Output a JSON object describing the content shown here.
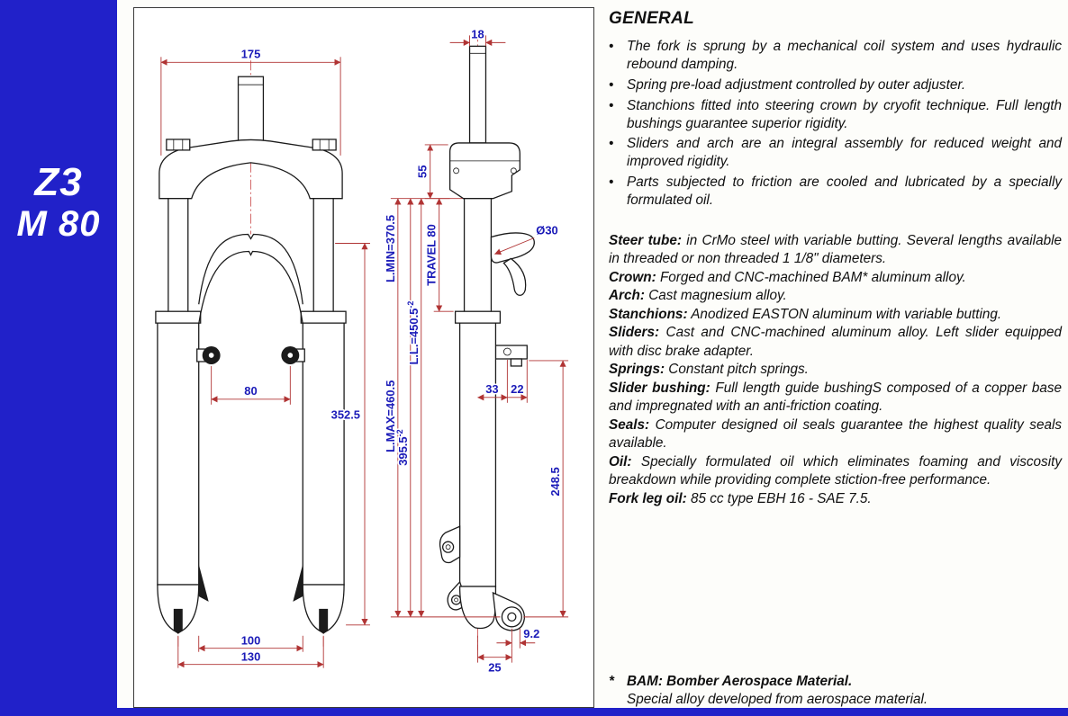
{
  "colors": {
    "brand_blue": "#2121c9",
    "dim_text_blue": "#1a1ab8",
    "dim_line_red": "#b03434"
  },
  "sidebar": {
    "model": "Z3",
    "variant": "M 80"
  },
  "general": {
    "title": "GENERAL",
    "bullets": [
      "The fork is sprung by a mechanical coil system and uses hydraulic rebound damping.",
      "Spring pre-load adjustment controlled by outer adjuster.",
      "Stanchions fitted into steering crown by cryofit technique. Full length bushings guarantee superior rigidity.",
      "Sliders and arch are an integral assembly for reduced weight and improved rigidity.",
      "Parts subjected to friction are cooled and lubricated by a specially formulated oil."
    ],
    "specs": [
      {
        "term": "Steer tube:",
        "desc": "in CrMo steel with variable butting. Several lengths available in threaded or non threaded 1 1/8\" diameters."
      },
      {
        "term": "Crown:",
        "desc": "Forged and CNC-machined BAM* aluminum alloy."
      },
      {
        "term": "Arch:",
        "desc": "Cast magnesium alloy."
      },
      {
        "term": "Stanchions:",
        "desc": "Anodized EASTON aluminum with variable butting."
      },
      {
        "term": "Sliders:",
        "desc": "Cast and CNC-machined aluminum alloy. Left slider equipped with disc brake adapter."
      },
      {
        "term": "Springs:",
        "desc": "Constant pitch springs."
      },
      {
        "term": "Slider bushing:",
        "desc": "Full length guide bushingS composed of a copper base and impregnated with an anti-friction coating."
      },
      {
        "term": "Seals:",
        "desc": "Computer designed oil seals guarantee the highest quality seals available."
      },
      {
        "term": "Oil:",
        "desc": "Specially formulated oil which eliminates foaming and viscosity breakdown while providing complete stiction-free performance."
      },
      {
        "term": "Fork leg oil:",
        "desc": "85 cc type EBH 16 - SAE 7.5."
      }
    ],
    "footnote_mark": "*",
    "footnote_term": "BAM: Bomber Aerospace Material.",
    "footnote_desc": "Special alloy developed from aerospace material."
  },
  "drawing": {
    "dims": {
      "crown_width": "175",
      "steer_top": "18",
      "crown_height": "55",
      "travel": "TRAVEL 80",
      "l_min": "L.MIN=370.5",
      "stanchion_dia": "Ø30",
      "l_l": "L.L.=450.5",
      "l_l_sup": "-2",
      "l_max": "L.MAX=460.5",
      "len_3955": "395.5",
      "len_3955_sup": "-2",
      "slider_len": "352.5",
      "boss_spacing": "80",
      "off_33": "33",
      "off_22": "22",
      "len_2485": "248.5",
      "hub_100": "100",
      "hub_130": "130",
      "axle_off_25": "25",
      "axle_off_92": "9.2"
    }
  }
}
